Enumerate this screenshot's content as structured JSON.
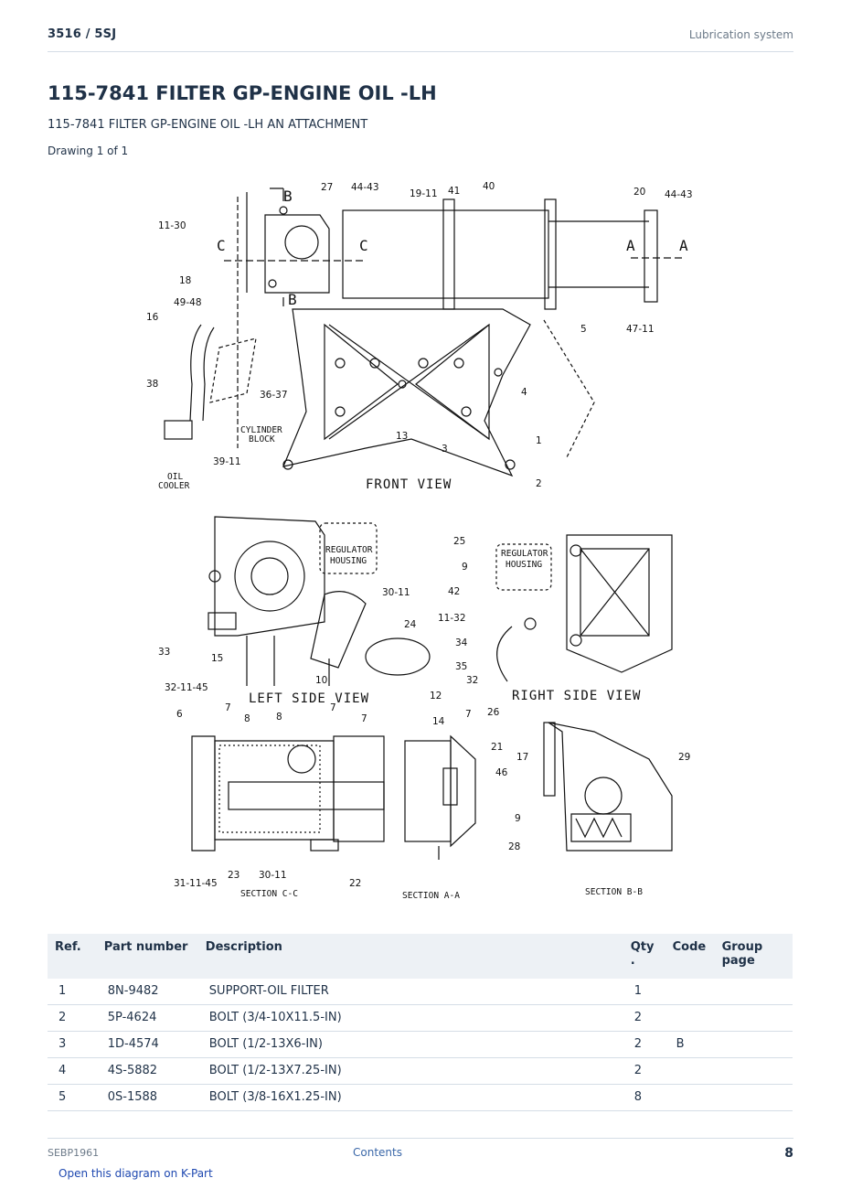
{
  "header": {
    "model": "3516  /  5SJ",
    "section": "Lubrication system"
  },
  "title": "115-7841 FILTER GP-ENGINE OIL -LH",
  "subtitle": "115-7841 FILTER GP-ENGINE OIL -LH AN ATTACHMENT",
  "drawing_label": "Drawing 1 of 1",
  "diagram": {
    "views": {
      "front": "FRONT VIEW",
      "left_side": "LEFT SIDE VIEW",
      "right_side": "RIGHT SIDE VIEW",
      "section_cc": "SECTION C-C",
      "section_aa": "SECTION A-A",
      "section_bb": "SECTION B-B"
    },
    "notes": {
      "cylinder_block": [
        "CYLINDER",
        "BLOCK"
      ],
      "oil_cooler": [
        "OIL",
        "COOLER"
      ],
      "regulator_housing": [
        "REGULATOR",
        "HOUSING"
      ]
    },
    "section_letters": {
      "b": "B",
      "c": "C",
      "a": "A"
    },
    "callouts": {
      "front": [
        "27",
        "44-43",
        "19-11",
        "41",
        "40",
        "20",
        "44-43",
        "11-30",
        "18",
        "49-48",
        "16",
        "5",
        "47-11",
        "38",
        "36-37",
        "4",
        "13",
        "3",
        "1",
        "39-11",
        "2"
      ],
      "left": [
        "30-11",
        "24",
        "33",
        "15",
        "32-11-45",
        "10",
        "12"
      ],
      "right": [
        "25",
        "9",
        "42",
        "11-32",
        "34",
        "35",
        "32"
      ],
      "sections": [
        "6",
        "7",
        "8",
        "8",
        "7",
        "7",
        "14",
        "7",
        "26",
        "21",
        "46",
        "17",
        "29",
        "9",
        "28",
        "23",
        "30-11",
        "31-11-45",
        "22"
      ]
    }
  },
  "table": {
    "headers": {
      "ref": "Ref.",
      "part": "Part number",
      "desc": "Description",
      "qty": "Qty",
      "qty_dot": ".",
      "code": "Code",
      "group_1": "Group",
      "group_2": "page"
    },
    "rows": [
      {
        "ref": "1",
        "part": "8N-9482",
        "desc": "SUPPORT-OIL FILTER",
        "qty": "1",
        "code": "",
        "group": ""
      },
      {
        "ref": "2",
        "part": "5P-4624",
        "desc": "BOLT (3/4-10X11.5-IN)",
        "qty": "2",
        "code": "",
        "group": ""
      },
      {
        "ref": "3",
        "part": "1D-4574",
        "desc": "BOLT (1/2-13X6-IN)",
        "qty": "2",
        "code": "B",
        "group": ""
      },
      {
        "ref": "4",
        "part": "4S-5882",
        "desc": "BOLT (1/2-13X7.25-IN)",
        "qty": "2",
        "code": "",
        "group": ""
      },
      {
        "ref": "5",
        "part": "0S-1588",
        "desc": "BOLT (3/8-16X1.25-IN)",
        "qty": "8",
        "code": "",
        "group": ""
      }
    ]
  },
  "footer": {
    "doc_id": "SEBP1961",
    "contents": "Contents",
    "page": "8",
    "open_link": "Open this diagram on K-Part"
  }
}
